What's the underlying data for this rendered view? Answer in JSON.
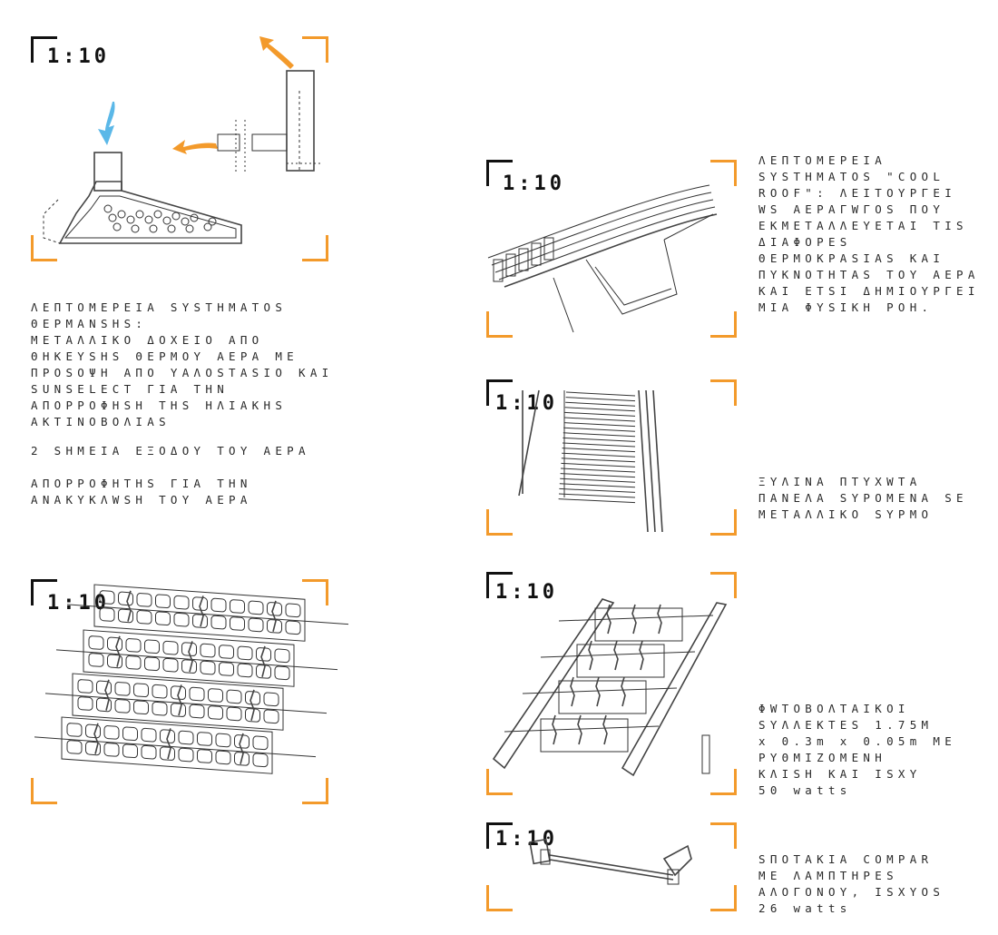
{
  "scale_label": "1:10",
  "colors": {
    "accent": "#f39a2b",
    "air_in": "#5bb8e8",
    "line": "#333333"
  },
  "panels": {
    "heating": {
      "title": "ΛΕΠΤΟΜΕΡΕΙΑ SYSTHMATOS ΘΕΡΜΑΝSHS:",
      "body": "ΜΕΤΑΛΛΙΚΟ ΔΟΧΕΙΟ ΑΠΟ ΘΗΚΕΥSHS ΘΕΡΜΟΥ ΑΕΡΑ ΜΕ ΠΡΟSΟΨΗ ΑΠΟ ΥΑΛΟSTASIO ΚΑΙ SUNSELECT ΓΙΑ ΤΗΝ ΑΠΟΡΡΟΦΗSH ΤΗS ΗΛΙΑΚΗS ΑΚΤΙΝΟΒΟΛΙΑS",
      "note1": "2 SHMEIA ΕΞΟΔΟΥ ΤΟΥ ΑΕΡΑ",
      "note2": "ΑΠΟΡΡΟΦΗΤΗS ΓΙΑ ΤΗΝ ΑΝΑΚΥΚΛWSH ΤΟΥ ΑΕΡΑ"
    },
    "cool_roof": {
      "text": "ΛΕΠΤΟΜΕΡΕΙΑ SYSTHMATOS \"COOL ROOF\": ΛΕΙΤΟΥΡΓΕΙ WS ΑΕΡΑΓWΓΟS ΠΟΥ ΕΚΜΕΤΑΛΛΕΥΕΤΑΙ ΤΙS ΔΙΑΦΟΡΕS ΘΕΡΜΟΚΡΑSIAS ΚΑΙ ΠΥΚΝΟΤΗΤΑS ΤΟΥ ΑΕΡΑ ΚΑΙ ΕΤSI ΔΗΜΙΟΥΡΓΕΙ ΜΙΑ ΦΥSΙΚΗ ΡΟΗ."
    },
    "wood_panels": {
      "text": "ΞΥΛΙΝΑ ΠΤΥΧWTA ΠΑΝΕΛΑ SYΡΟΜΕΝΑ SE ΜΕΤΑΛΛΙΚΟ SYΡΜΟ"
    },
    "pv": {
      "line1": "ΦWTOBOΛTAIKOI",
      "line2": "SYΛΛΕΚΤΕS 1.75m",
      "line3": "x 0.3m x 0.05m ΜΕ",
      "line4": "ΡΥΘΜΙΖΟΜΕΝΗ",
      "line5": "ΚΛΙSΗ ΚΑΙ ISXY",
      "line6": "50 watts"
    },
    "spot": {
      "line1": "SΠΟΤΑΚΙΑ COMPAR",
      "line2": "ΜΕ ΛΑΜΠΤΗΡΕS",
      "line3": "ΑΛΟΓΟΝΟΥ, ISXYOS",
      "line4": "26 watts"
    }
  }
}
